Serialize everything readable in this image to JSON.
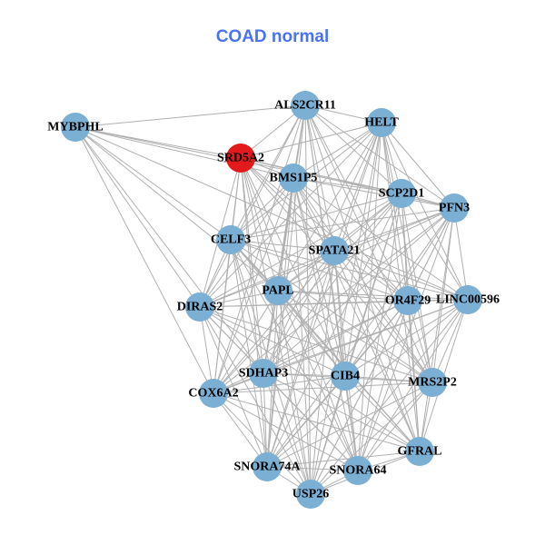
{
  "title": "COAD normal",
  "colors": {
    "node": "#7bafd4",
    "highlight": "#e31a1c",
    "edge": "#b0b0b0",
    "title": "#4a72f5"
  },
  "highlight_node": "SRD5A2",
  "nodes": [
    "MYBPHL",
    "ALS2CR11",
    "HELT",
    "SRD5A2",
    "BMS1P5",
    "SCP2D1",
    "PFN3",
    "CELF3",
    "SPATA21",
    "PAPL",
    "DIRAS2",
    "OR4F29",
    "LINC00596",
    "SDHAP3",
    "CIB4",
    "MRS2P2",
    "COX6A2",
    "GFRAL",
    "SNORA74A",
    "SNORA64",
    "USP26"
  ],
  "adjacency": {
    "MYBPHL": [
      "ALS2CR11",
      "SRD5A2",
      "BMS1P5",
      "SCP2D1",
      "CELF3",
      "PAPL",
      "DIRAS2",
      "COX6A2",
      "SDHAP3",
      "LINC00596"
    ],
    "ALS2CR11": [
      "HELT",
      "SRD5A2",
      "BMS1P5",
      "SCP2D1",
      "PFN3",
      "CELF3",
      "SPATA21",
      "PAPL",
      "DIRAS2",
      "OR4F29",
      "SDHAP3",
      "CIB4",
      "MRS2P2",
      "COX6A2",
      "SNORA74A",
      "SNORA64",
      "USP26",
      "GFRAL"
    ],
    "HELT": [
      "SRD5A2",
      "BMS1P5",
      "SCP2D1",
      "PFN3",
      "CELF3",
      "SPATA21",
      "PAPL",
      "DIRAS2",
      "OR4F29",
      "LINC00596",
      "SDHAP3",
      "CIB4",
      "MRS2P2",
      "GFRAL",
      "SNORA74A",
      "SNORA64",
      "USP26"
    ],
    "SRD5A2": [
      "BMS1P5",
      "SCP2D1",
      "PFN3",
      "CELF3",
      "SPATA21",
      "PAPL",
      "DIRAS2",
      "OR4F29",
      "SDHAP3",
      "CIB4",
      "MRS2P2",
      "COX6A2",
      "SNORA74A",
      "SNORA64",
      "USP26"
    ],
    "BMS1P5": [
      "SCP2D1",
      "PFN3",
      "CELF3",
      "SPATA21",
      "PAPL",
      "DIRAS2",
      "OR4F29",
      "LINC00596",
      "SDHAP3",
      "CIB4",
      "MRS2P2",
      "COX6A2",
      "GFRAL",
      "SNORA74A",
      "SNORA64",
      "USP26"
    ],
    "SCP2D1": [
      "PFN3",
      "CELF3",
      "SPATA21",
      "PAPL",
      "DIRAS2",
      "OR4F29",
      "LINC00596",
      "SDHAP3",
      "CIB4",
      "MRS2P2",
      "COX6A2",
      "GFRAL",
      "SNORA74A",
      "SNORA64",
      "USP26"
    ],
    "PFN3": [
      "CELF3",
      "SPATA21",
      "PAPL",
      "DIRAS2",
      "OR4F29",
      "LINC00596",
      "SDHAP3",
      "CIB4",
      "MRS2P2",
      "COX6A2",
      "GFRAL",
      "SNORA74A",
      "SNORA64",
      "USP26"
    ],
    "CELF3": [
      "SPATA21",
      "PAPL",
      "DIRAS2",
      "OR4F29",
      "LINC00596",
      "SDHAP3",
      "CIB4",
      "MRS2P2",
      "COX6A2",
      "GFRAL",
      "SNORA74A",
      "SNORA64",
      "USP26"
    ],
    "SPATA21": [
      "PAPL",
      "DIRAS2",
      "OR4F29",
      "LINC00596",
      "SDHAP3",
      "CIB4",
      "MRS2P2",
      "COX6A2",
      "GFRAL",
      "SNORA74A",
      "SNORA64",
      "USP26"
    ],
    "PAPL": [
      "DIRAS2",
      "OR4F29",
      "LINC00596",
      "SDHAP3",
      "CIB4",
      "MRS2P2",
      "COX6A2",
      "GFRAL",
      "SNORA74A",
      "SNORA64",
      "USP26"
    ],
    "DIRAS2": [
      "OR4F29",
      "LINC00596",
      "SDHAP3",
      "CIB4",
      "MRS2P2",
      "COX6A2",
      "GFRAL",
      "SNORA74A",
      "SNORA64",
      "USP26"
    ],
    "OR4F29": [
      "LINC00596",
      "SDHAP3",
      "CIB4",
      "MRS2P2",
      "COX6A2",
      "GFRAL",
      "SNORA74A",
      "SNORA64",
      "USP26"
    ],
    "LINC00596": [
      "SDHAP3",
      "CIB4",
      "MRS2P2",
      "COX6A2",
      "GFRAL",
      "SNORA74A",
      "SNORA64",
      "USP26"
    ],
    "SDHAP3": [
      "CIB4",
      "MRS2P2",
      "COX6A2",
      "GFRAL",
      "SNORA74A",
      "SNORA64",
      "USP26"
    ],
    "CIB4": [
      "MRS2P2",
      "COX6A2",
      "GFRAL",
      "SNORA74A",
      "SNORA64",
      "USP26"
    ],
    "MRS2P2": [
      "COX6A2",
      "GFRAL",
      "SNORA74A",
      "SNORA64",
      "USP26"
    ],
    "COX6A2": [
      "GFRAL",
      "SNORA74A",
      "SNORA64",
      "USP26"
    ],
    "GFRAL": [
      "SNORA74A",
      "SNORA64",
      "USP26"
    ],
    "SNORA74A": [
      "SNORA64",
      "USP26"
    ],
    "SNORA64": [
      "USP26"
    ]
  }
}
